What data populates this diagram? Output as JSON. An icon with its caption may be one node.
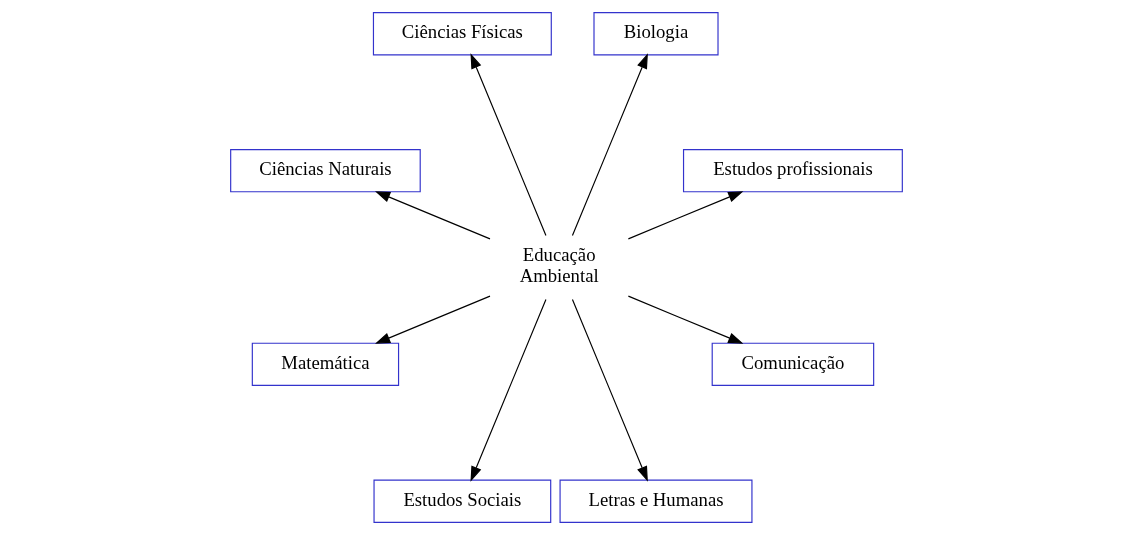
{
  "diagram": {
    "nodes": [
      {
        "text": [
          "Estudos profissionais"
        ]
      },
      {
        "text": [
          "Biologia"
        ]
      },
      {
        "text": [
          "Ciências Físicas"
        ]
      },
      {
        "text": [
          "Ciências Naturais"
        ]
      },
      {
        "text": [
          "Educação Ambiental"
        ]
      },
      {
        "text": [
          "Matemática"
        ]
      },
      {
        "text": [
          "Estudos Sociais"
        ]
      },
      {
        "text": [
          "Letras e Humanas"
        ]
      },
      {
        "text": [
          "Comunicação"
        ]
      }
    ],
    "edges": [
      {
        "from": 4,
        "to": 0,
        "arrow": "to"
      },
      {
        "from": 4,
        "to": 2,
        "arrow": "to"
      },
      {
        "from": 4,
        "to": 5,
        "arrow": "to"
      },
      {
        "from": 4,
        "to": 7,
        "arrow": "to"
      },
      {
        "from": 4,
        "to": 8,
        "arrow": "to"
      },
      {
        "from": 4,
        "to": 6,
        "arrow": "to"
      },
      {
        "from": 4,
        "to": 3,
        "arrow": "to"
      },
      {
        "from": 4,
        "to": 1,
        "arrow": "to"
      }
    ]
  }
}
